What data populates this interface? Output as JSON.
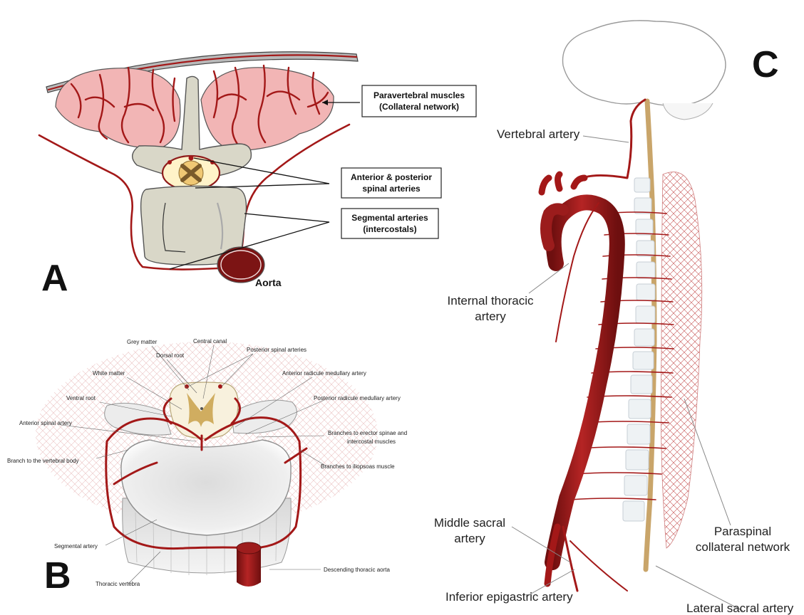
{
  "panel_a": {
    "letter": "A",
    "boxes": {
      "paravertebral": [
        "Paravertebral muscles",
        "(Collateral network)"
      ],
      "spinal_arteries": [
        "Anterior & posterior",
        "spinal arteries"
      ],
      "segmental": [
        "Segmental arteries",
        "(intercostals)"
      ]
    },
    "aorta_label": "Aorta"
  },
  "panel_b": {
    "letter": "B",
    "labels": {
      "grey_matter": "Grey matter",
      "central_canal": "Central canal",
      "dorsal_root": "Dorsal root",
      "posterior_spinal_arteries": "Posterior spinal arteries",
      "white_matter": "White matter",
      "anterior_radicule": "Anterior radicule medullary artery",
      "ventral_root": "Ventral root",
      "posterior_radicule": "Posterior radicule medullary artery",
      "anterior_spinal_artery": "Anterior spinal artery",
      "erector_1": "Branches to erector spinae and",
      "erector_2": "intercostal muscles",
      "vertebral_body_branch": "Branch to the vertebral body",
      "iliopsoas": "Branches to iliopsoas muscle",
      "segmental_artery": "Segmental artery",
      "descending_aorta": "Descending thoracic aorta",
      "thoracic_vertebra": "Thoracic vertebra"
    }
  },
  "panel_c": {
    "letter": "C",
    "labels": {
      "vertebral_artery": "Vertebral artery",
      "internal_thoracic_1": "Internal thoracic",
      "internal_thoracic_2": "artery",
      "middle_sacral_1": "Middle sacral",
      "middle_sacral_2": "artery",
      "inferior_epigastric": "Inferior epigastric artery",
      "paraspinal_1": "Paraspinal",
      "paraspinal_2": "collateral network",
      "lateral_sacral": "Lateral sacral artery"
    }
  },
  "colors": {
    "artery": "#a31818",
    "aorta": "#8e1b1b",
    "muscle": "#f2b5b5",
    "bone": "#d9d7c8",
    "cord_grey": "#c9a14a",
    "cord_white": "#f3e2a5"
  }
}
